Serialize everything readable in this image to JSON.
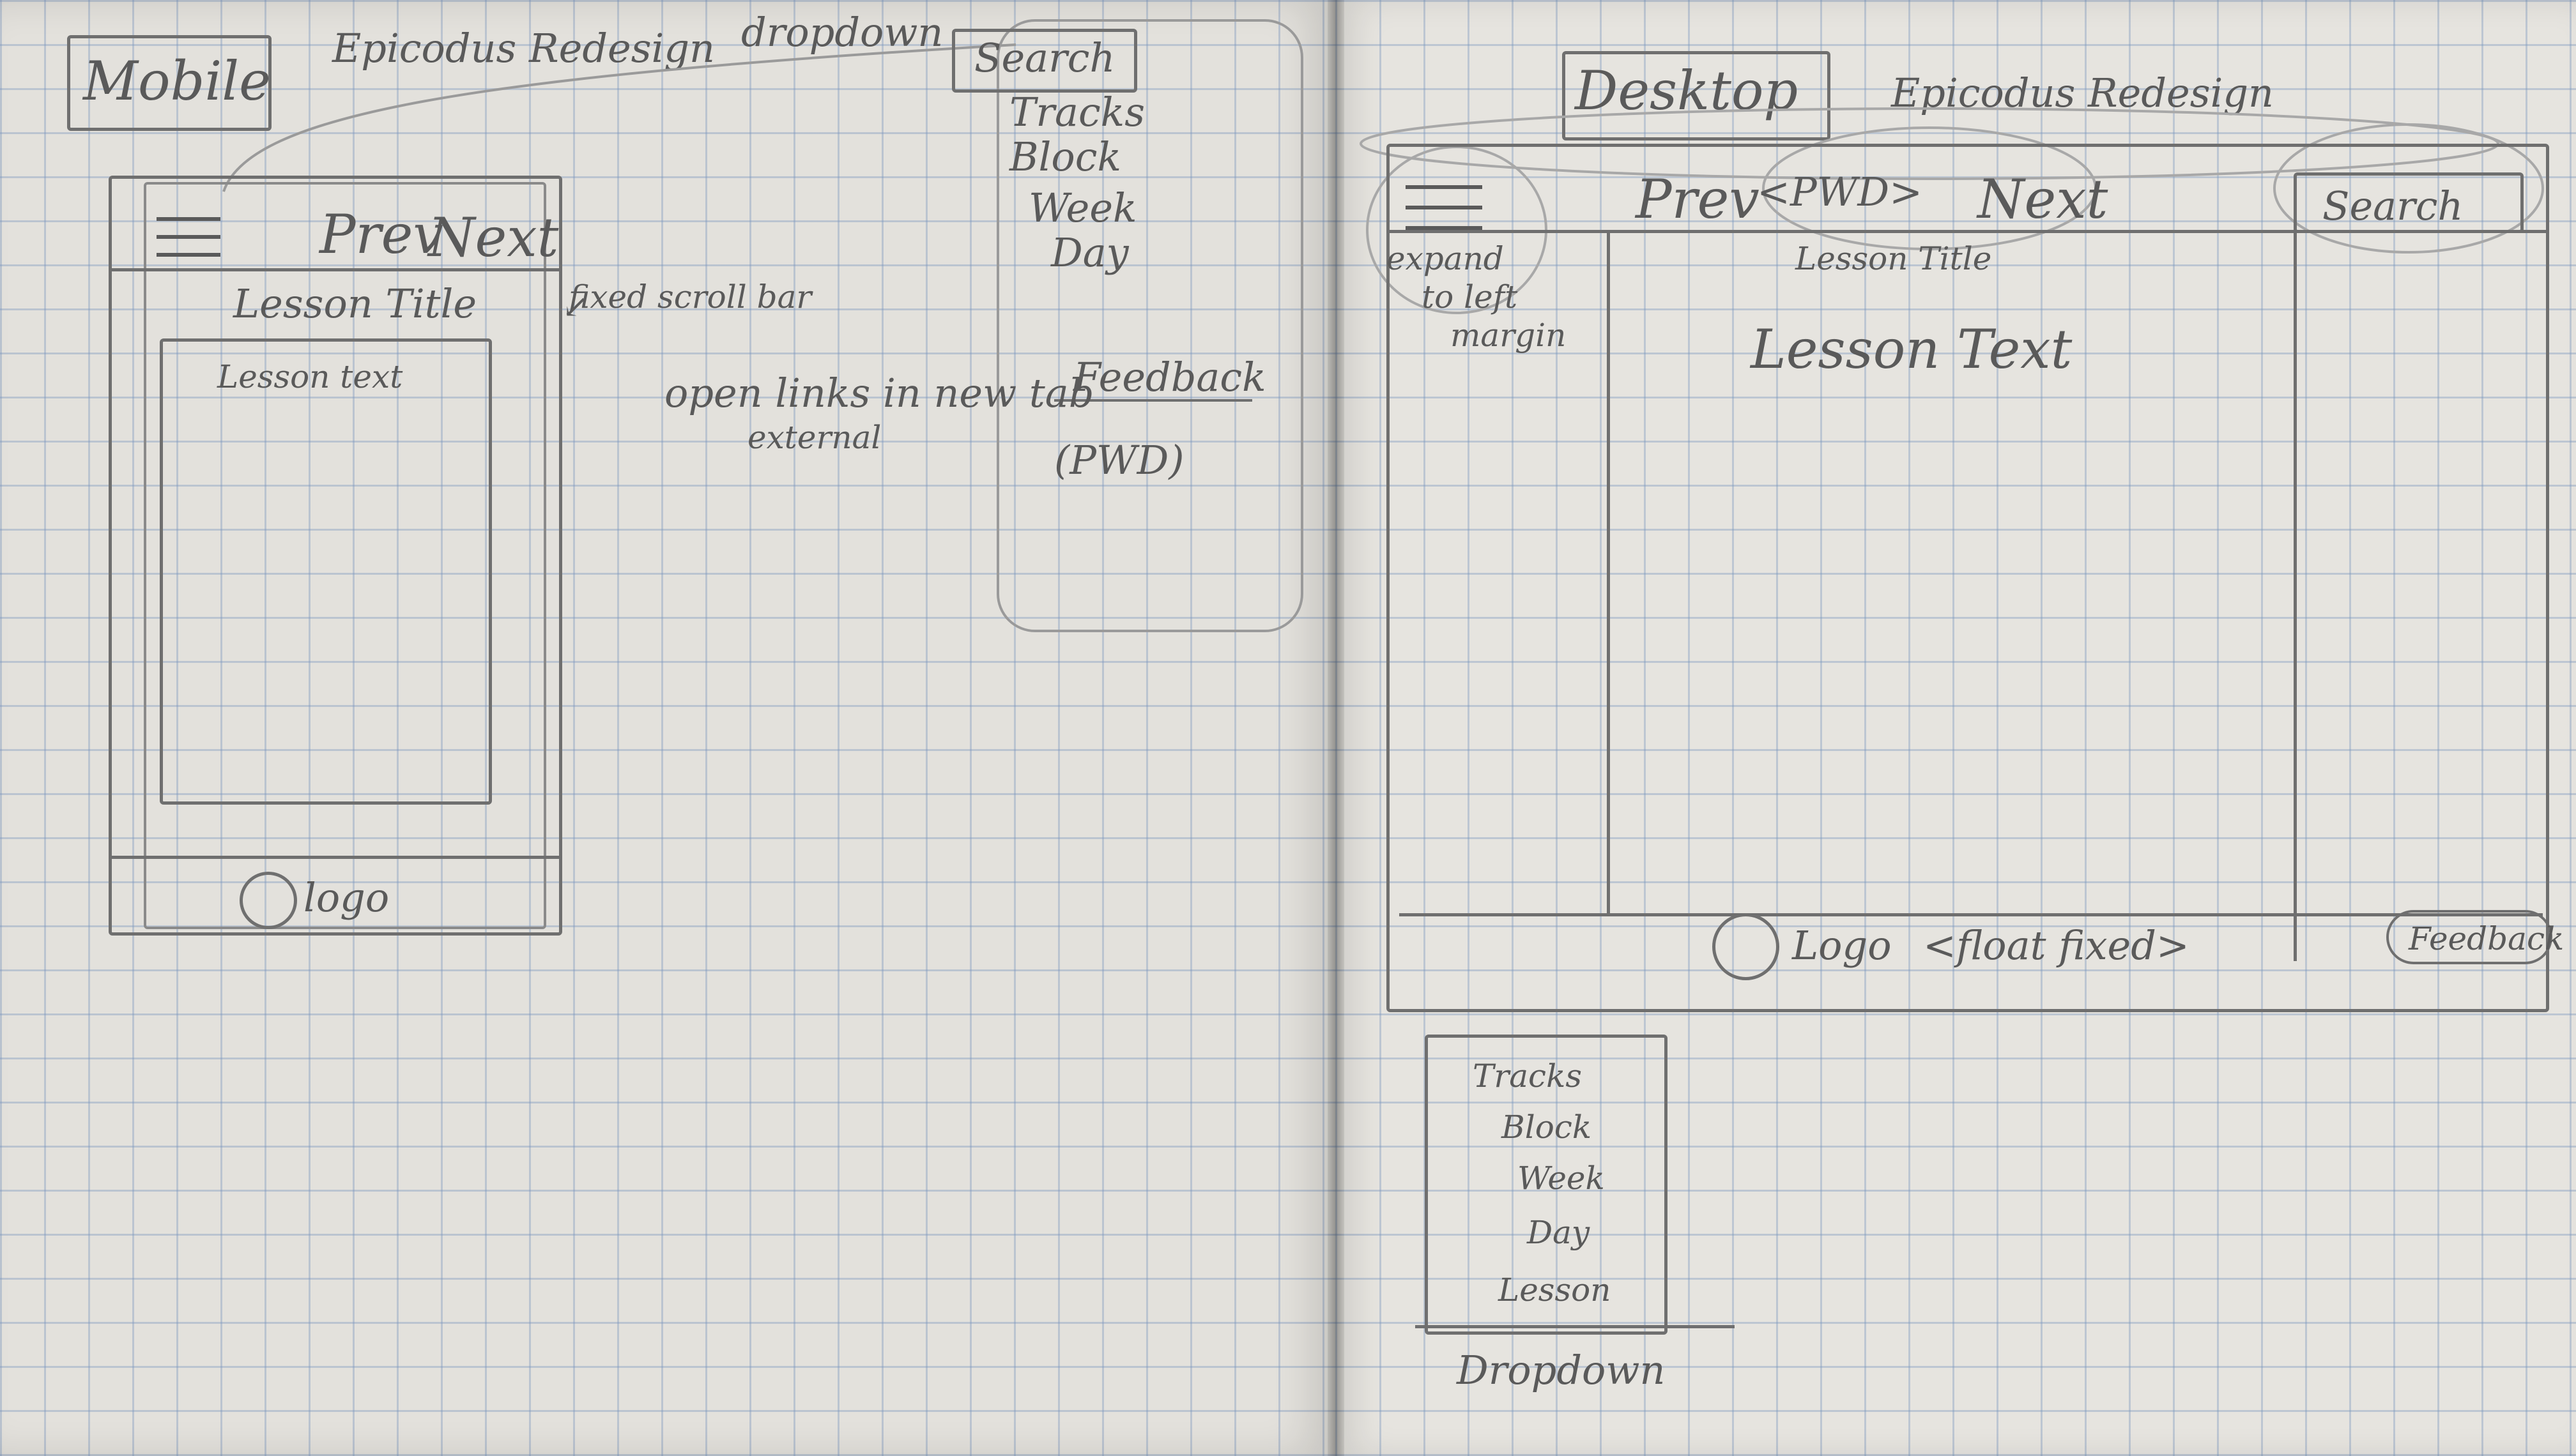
{
  "mobile": {
    "badge": "Mobile",
    "heading": "Epicodus Redesign",
    "dropdown_label": "dropdown",
    "nav": {
      "prev": "Prev",
      "next": "Next"
    },
    "lesson_title": "Lesson Title",
    "lesson_text": "Lesson text",
    "fixed_note": "fixed scroll bar",
    "logo": "logo",
    "dropdown_menu": {
      "search": "Search",
      "items": [
        "Tracks",
        "Block",
        "Week",
        "Day"
      ],
      "feedback": "Feedback",
      "pwd": "(PWD)"
    },
    "links_note": {
      "line1": "open links in new tab",
      "line2": "external"
    }
  },
  "desktop": {
    "badge": "Desktop",
    "heading": "Epicodus Redesign",
    "nav": {
      "prev": "Prev",
      "pwd": "<PWD>",
      "next": "Next",
      "search": "Search"
    },
    "expand_note": {
      "line1": "expand",
      "line2": "to left",
      "line3": "margin"
    },
    "lesson_title": "Lesson Title",
    "lesson_text": "Lesson Text",
    "footer": {
      "logo": "Logo",
      "float_fixed": "<float fixed>",
      "feedback": "Feedback"
    },
    "dropdown_menu": {
      "items": [
        "Tracks",
        "Block",
        "Week",
        "Day",
        "Lesson"
      ],
      "label": "Dropdown"
    }
  }
}
